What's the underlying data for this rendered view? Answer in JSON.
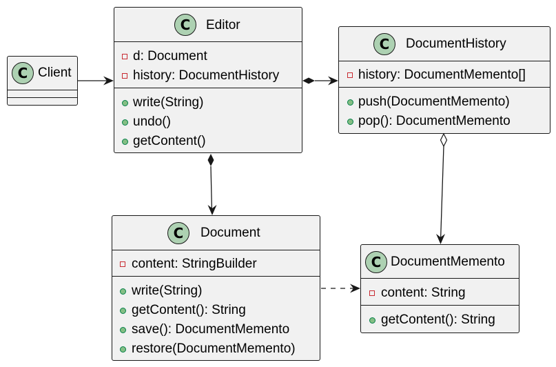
{
  "classes": {
    "client": {
      "name": "Client",
      "stereotype": "C",
      "fields": [],
      "methods": []
    },
    "editor": {
      "name": "Editor",
      "stereotype": "C",
      "fields": [
        "d: Document",
        "history: DocumentHistory"
      ],
      "methods": [
        "write(String)",
        "undo()",
        "getContent()"
      ]
    },
    "document_history": {
      "name": "DocumentHistory",
      "stereotype": "C",
      "fields": [
        "history: DocumentMemento[]"
      ],
      "methods": [
        "push(DocumentMemento)",
        "pop(): DocumentMemento"
      ]
    },
    "document": {
      "name": "Document",
      "stereotype": "C",
      "fields": [
        "content: StringBuilder"
      ],
      "methods": [
        "write(String)",
        "getContent(): String",
        "save(): DocumentMemento",
        "restore(DocumentMemento)"
      ]
    },
    "document_memento": {
      "name": "DocumentMemento",
      "stereotype": "C",
      "fields": [
        "content: String"
      ],
      "methods": [
        "getContent(): String"
      ]
    }
  },
  "relations": [
    {
      "from": "Client",
      "to": "Editor",
      "type": "association"
    },
    {
      "from": "Editor",
      "to": "DocumentHistory",
      "type": "composition"
    },
    {
      "from": "Editor",
      "to": "Document",
      "type": "composition"
    },
    {
      "from": "DocumentHistory",
      "to": "DocumentMemento",
      "type": "aggregation"
    },
    {
      "from": "Document",
      "to": "DocumentMemento",
      "type": "dependency"
    }
  ],
  "colors": {
    "class_fill": "#f1f1f1",
    "border": "#181818",
    "badge_fill": "#add1b2",
    "private_marker": "#c82930",
    "public_marker": "#84be84"
  }
}
